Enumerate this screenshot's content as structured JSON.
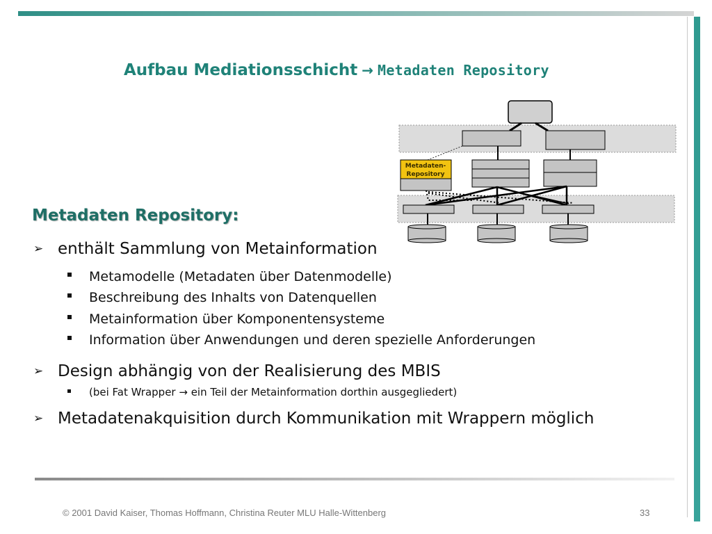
{
  "slide": {
    "title_main": "Aufbau Mediationsschicht",
    "title_arrow": "→",
    "title_sub": "Metadaten Repository"
  },
  "diagram": {
    "repository_label_1": "Metadaten-",
    "repository_label_2": "Repository"
  },
  "content": {
    "heading": "Metadaten Repository:",
    "bullets": [
      {
        "marker": "➢",
        "text": "enthält Sammlung von Metainformation",
        "sub": [
          "Metamodelle (Metadaten über Datenmodelle)",
          "Beschreibung des Inhalts von Datenquellen",
          "Metainformation über Komponentensysteme",
          "Information über Anwendungen und deren spezielle Anforderungen"
        ]
      },
      {
        "marker": "➢",
        "text": "Design abhängig von der Realisierung des MBIS",
        "sub": [
          "(bei Fat Wrapper → ein Teil der Metainformation dorthin ausgegliedert)"
        ]
      },
      {
        "marker": "➢",
        "text": "Metadatenakquisition durch Kommunikation mit Wrappern möglich",
        "sub": []
      }
    ]
  },
  "footer": {
    "copyright": "© 2001 David Kaiser, Thomas Hoffmann, Christina Reuter MLU Halle-Wittenberg",
    "page_number": "33"
  },
  "colors": {
    "title": "#1f8278",
    "heading": "#1f6f66",
    "accent_bar": "#2f9a90",
    "repository_fill": "#f2c311"
  }
}
